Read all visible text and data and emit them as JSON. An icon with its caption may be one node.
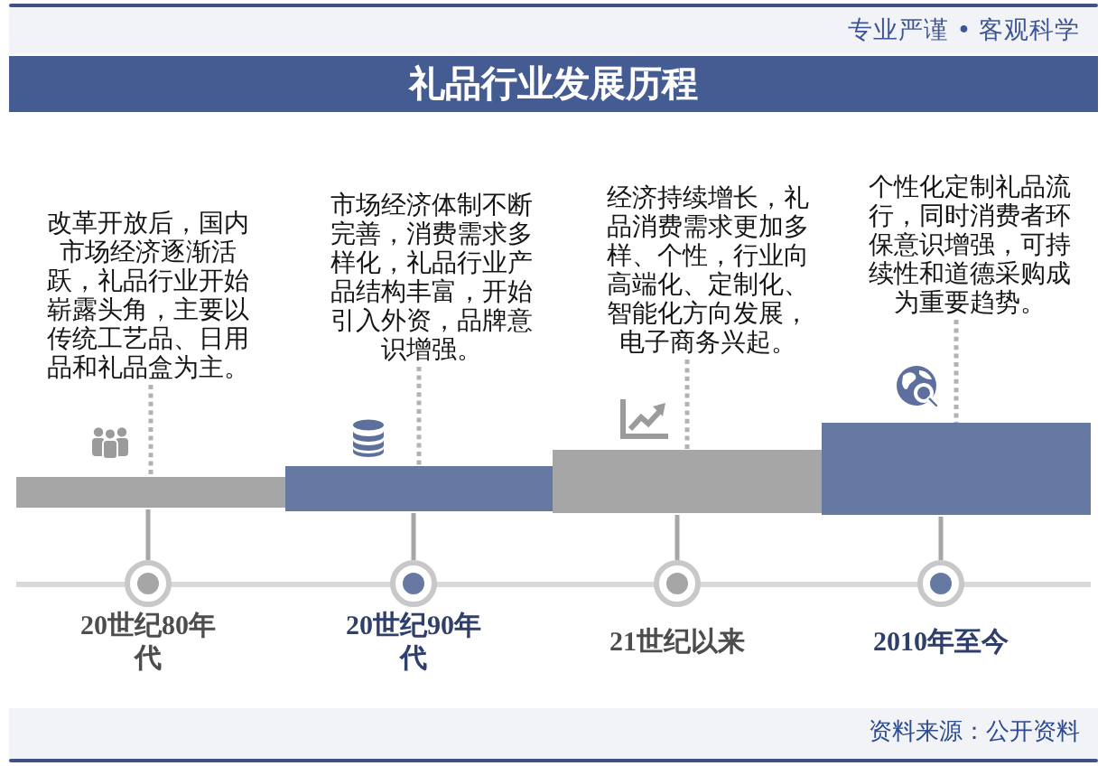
{
  "diagram": {
    "title": "礼品行业发展历程",
    "nodes": [
      {
        "text": [
          "改革开放后，国内市场经济逐渐活跃，礼品行业开始崭露头角，主要以传统工艺品、日用品和礼品盒为主。"
        ]
      },
      {
        "text": [],
        "shape": "bar"
      },
      {
        "text": [],
        "shape": "circle",
        "beside": [
          "20世纪80年代"
        ]
      },
      {
        "text": [
          "市场经济体制不断完善，消费需求多样化，礼品行业产品结构丰富，开始引入外资，品牌意识增强。"
        ]
      },
      {
        "text": [],
        "shape": "bar"
      },
      {
        "text": [],
        "shape": "circle",
        "beside": [
          "20世纪90年代"
        ]
      },
      {
        "text": [
          "经济持续增长，礼品消费需求更加多样、个性，行业向高端化、定制化、智能化方向发展，电子商务兴起。"
        ]
      },
      {
        "text": [],
        "shape": "bar"
      },
      {
        "text": [],
        "shape": "circle",
        "beside": [
          "21世纪以来"
        ]
      },
      {
        "text": [
          "个性化定制礼品流行，同时消费者环保意识增强，可持续性和道德采购成为重要趋势。"
        ]
      },
      {
        "text": [],
        "shape": "bar"
      },
      {
        "text": [],
        "shape": "circle",
        "beside": [
          "2010年至今"
        ]
      }
    ],
    "edges": [
      {
        "from": 0,
        "to": 1,
        "arrow": "none",
        "style": "dashed"
      },
      {
        "from": 1,
        "to": 2,
        "arrow": "none"
      },
      {
        "from": 3,
        "to": 4,
        "arrow": "none",
        "style": "dashed"
      },
      {
        "from": 4,
        "to": 5,
        "arrow": "none"
      },
      {
        "from": 6,
        "to": 7,
        "arrow": "none",
        "style": "dashed"
      },
      {
        "from": 7,
        "to": 8,
        "arrow": "none"
      },
      {
        "from": 9,
        "to": 10,
        "arrow": "none",
        "style": "dashed"
      },
      {
        "from": 10,
        "to": 11,
        "arrow": "none"
      }
    ],
    "labels": [
      "专业严谨 • 客观科学",
      "资料来源：公开资料"
    ]
  }
}
